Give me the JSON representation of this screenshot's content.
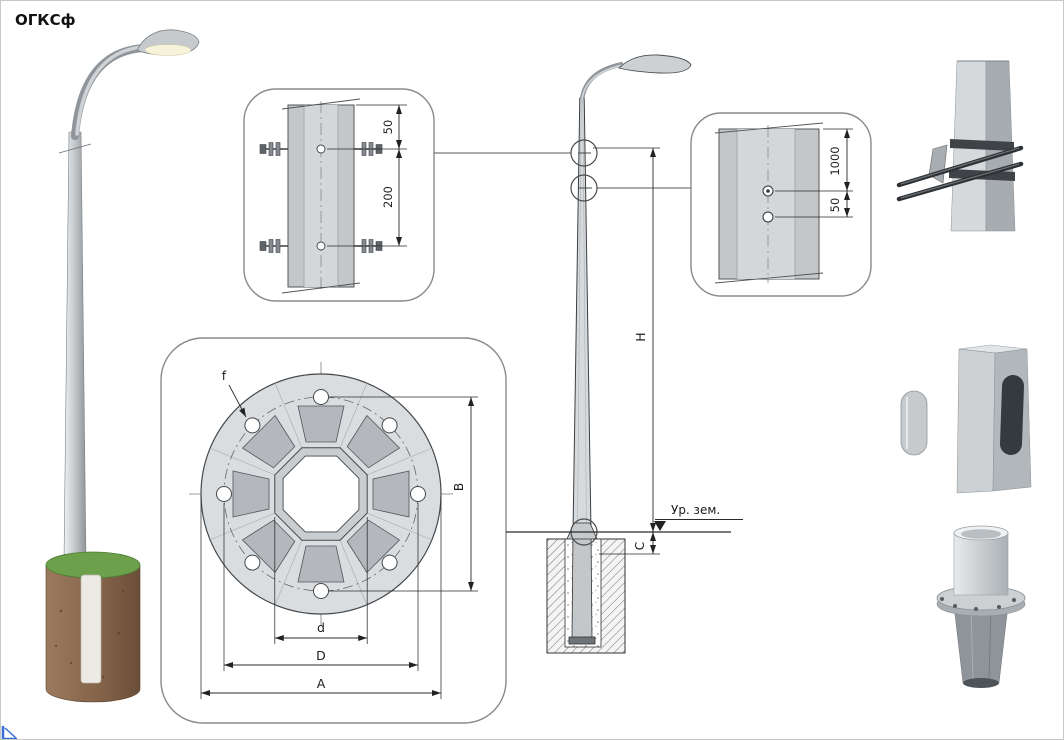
{
  "title": "ОГКСф",
  "top_detail": {
    "dim_edge_to_bolt": "50",
    "dim_bolt_spacing": "200"
  },
  "side_detail": {
    "dim_top_to_hole": "1000",
    "dim_hole_spacing": "50"
  },
  "elevation": {
    "dim_height": "H",
    "dim_embedment": "C",
    "ground_level_label": "Ур. зем."
  },
  "flange_detail": {
    "hole_diameter_label": "f",
    "dim_bolt_span": "B",
    "dim_inner_diameter": "d",
    "dim_bolt_circle": "D",
    "dim_outer_diameter": "A"
  },
  "colors": {
    "drawing_line": "#2a2a2a",
    "callout_stroke": "#8a8a8a",
    "metal_light": "#eff1f2",
    "metal_mid": "#c7cbce",
    "metal_dark": "#8f959a",
    "soil_brown": "#8a6a52",
    "grass_green": "#6da04b",
    "corner_accent_blue": "#3a6fd8"
  }
}
